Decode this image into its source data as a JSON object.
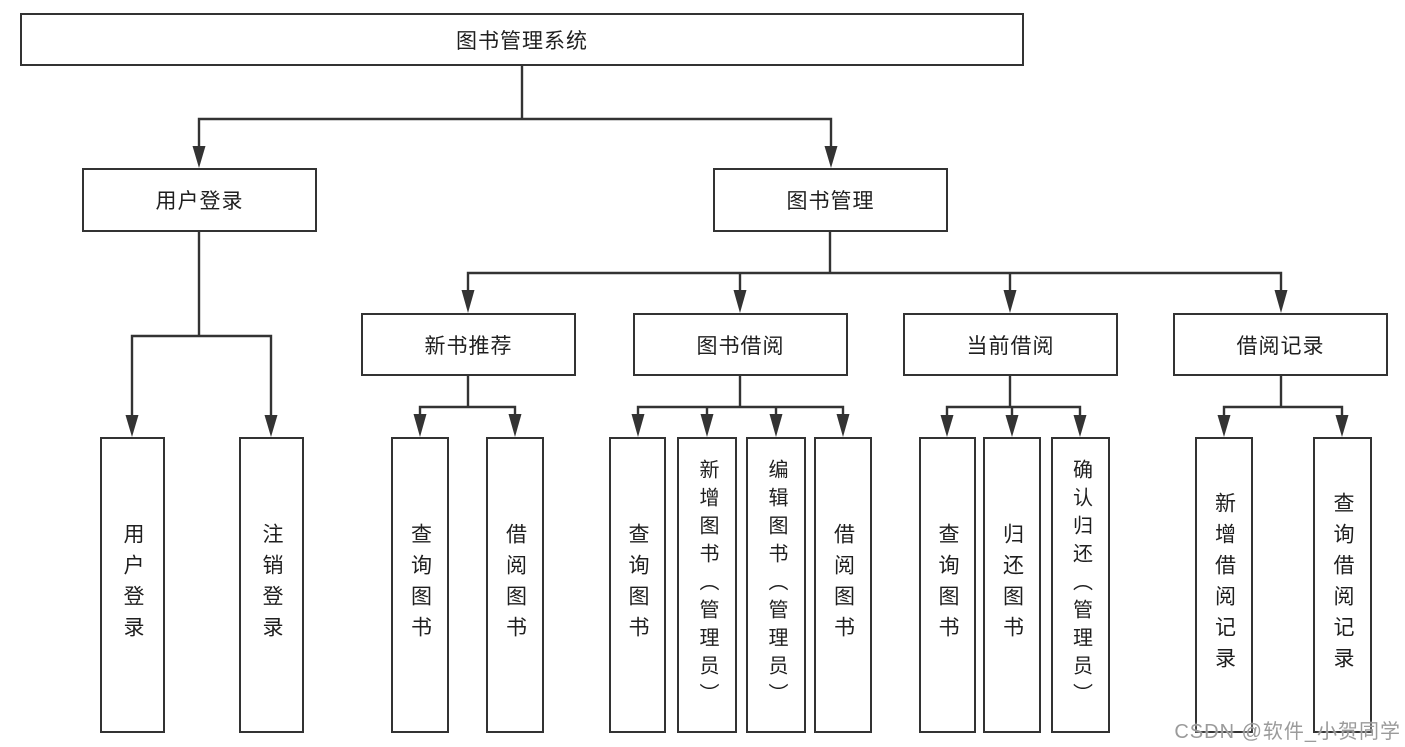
{
  "colors": {
    "line": "#333333",
    "border": "#333333",
    "text": "#1f1f1f",
    "background": "#ffffff",
    "watermark": "#9b9b9b"
  },
  "nodes": {
    "root": "图书管理系统",
    "user_login": "用户登录",
    "book_management": "图书管理",
    "new_book_recommend": "新书推荐",
    "book_borrowing": "图书借阅",
    "current_borrowing": "当前借阅",
    "borrowing_records": "借阅记录",
    "leaf_user_login": "用户登录",
    "leaf_logout": "注销登录",
    "leaf_query_books_recommend": "查询图书",
    "leaf_borrow_books_recommend": "借阅图书",
    "leaf_query_books_borrowing": "查询图书",
    "leaf_add_books_admin": "新增图书（管理员）",
    "leaf_edit_books_admin": "编辑图书（管理员）",
    "leaf_borrow_books_borrowing": "借阅图书",
    "leaf_query_books_current": "查询图书",
    "leaf_return_books": "归还图书",
    "leaf_confirm_return_admin": "确认归还（管理员）",
    "leaf_add_borrow_record": "新增借阅记录",
    "leaf_query_borrow_record": "查询借阅记录"
  },
  "watermark": {
    "text": "CSDN @软件_小贺同学"
  }
}
